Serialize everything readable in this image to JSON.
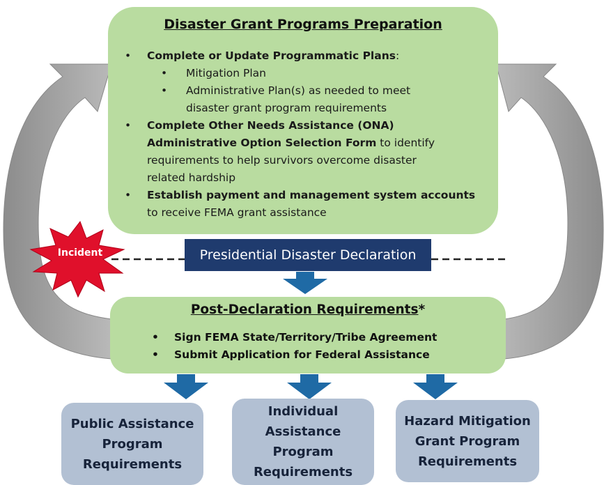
{
  "prep": {
    "title": "Disaster Grant Programs Preparation",
    "bullet1_bold": "Complete or Update Programmatic Plans",
    "bullet1_tail": ":",
    "sub1": "Mitigation Plan",
    "sub2_line1": "Administrative Plan(s) as needed to meet",
    "sub2_line2": "disaster grant program requirements",
    "bullet2_bold_line1": "Complete Other Needs Assistance (ONA)",
    "bullet2_bold_line2": "Administrative Option Selection Form",
    "bullet2_tail_line2": " to identify",
    "bullet2_line3": "requirements to help survivors overcome disaster",
    "bullet2_line4": "related hardship",
    "bullet3_bold": "Establish payment and management system accounts",
    "bullet3_line2": "to receive FEMA grant assistance"
  },
  "incident": {
    "label": "Incident",
    "color": "#e0102b"
  },
  "declaration": {
    "label": "Presidential Disaster Declaration",
    "color": "#1f3b6e"
  },
  "post": {
    "title": "Post-Declaration Requirements",
    "title_suffix": "*",
    "items": [
      "Sign FEMA State/Territory/Tribe Agreement",
      "Submit Application for Federal Assistance"
    ]
  },
  "programs": [
    {
      "lines": [
        "Public Assistance",
        "Program",
        "Requirements"
      ]
    },
    {
      "lines": [
        "Individual",
        "Assistance",
        "Program",
        "Requirements"
      ]
    },
    {
      "lines": [
        "Hazard Mitigation",
        "Grant Program",
        "Requirements"
      ]
    }
  ],
  "colors": {
    "green_box": "#b9dca0",
    "blue_box": "#b2c0d3",
    "arrow_blue": "#1f6aa5",
    "cycle_gray": "#9a9a9a"
  }
}
